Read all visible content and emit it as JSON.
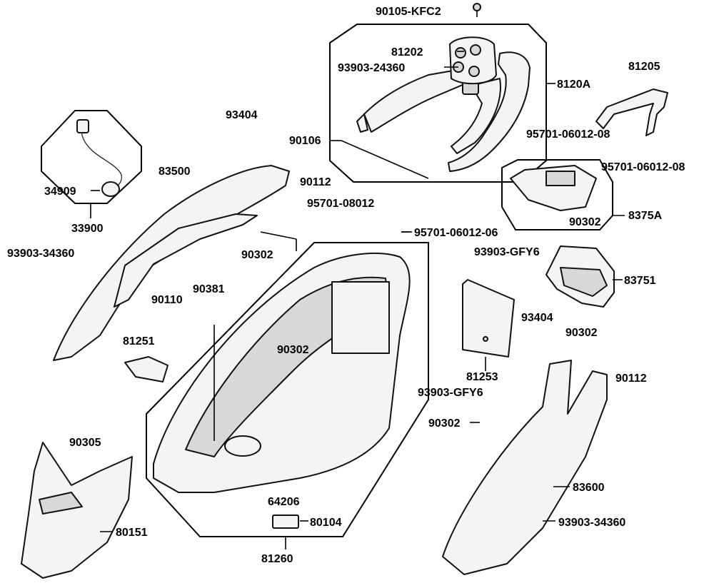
{
  "labels": {
    "p90105_kfc2": "90105-KFC2",
    "p81202": "81202",
    "p93903_24360": "93903-24360",
    "p8120a": "8120A",
    "p81205": "81205",
    "p95701_06012_08_a": "95701-06012-08",
    "p95701_06012_08_b": "95701-06012-08",
    "p93404_a": "93404",
    "p90106": "90106",
    "p90112_a": "90112",
    "p83500": "83500",
    "p34909": "34909",
    "p33900": "33900",
    "p95701_08012": "95701-08012",
    "p90302_a": "90302",
    "p8375a": "8375A",
    "p90302_b": "90302",
    "p95701_06012_06": "95701-06012-06",
    "p93903_34360_a": "93903-34360",
    "p93903_gfy6_a": "93903-GFY6",
    "p90381": "90381",
    "p90110": "90110",
    "p83751": "83751",
    "p90302_c": "90302",
    "p93404_b": "93404",
    "p90302_d": "90302",
    "p81251": "81251",
    "p90112_b": "90112",
    "p81253": "81253",
    "p93903_gfy6_b": "93903-GFY6",
    "p90305": "90305",
    "p90302_e": "90302",
    "p83600": "83600",
    "p64206": "64206",
    "p80104": "80104",
    "p80151": "80151",
    "p93903_34360_b": "93903-34360",
    "p81260": "81260"
  }
}
